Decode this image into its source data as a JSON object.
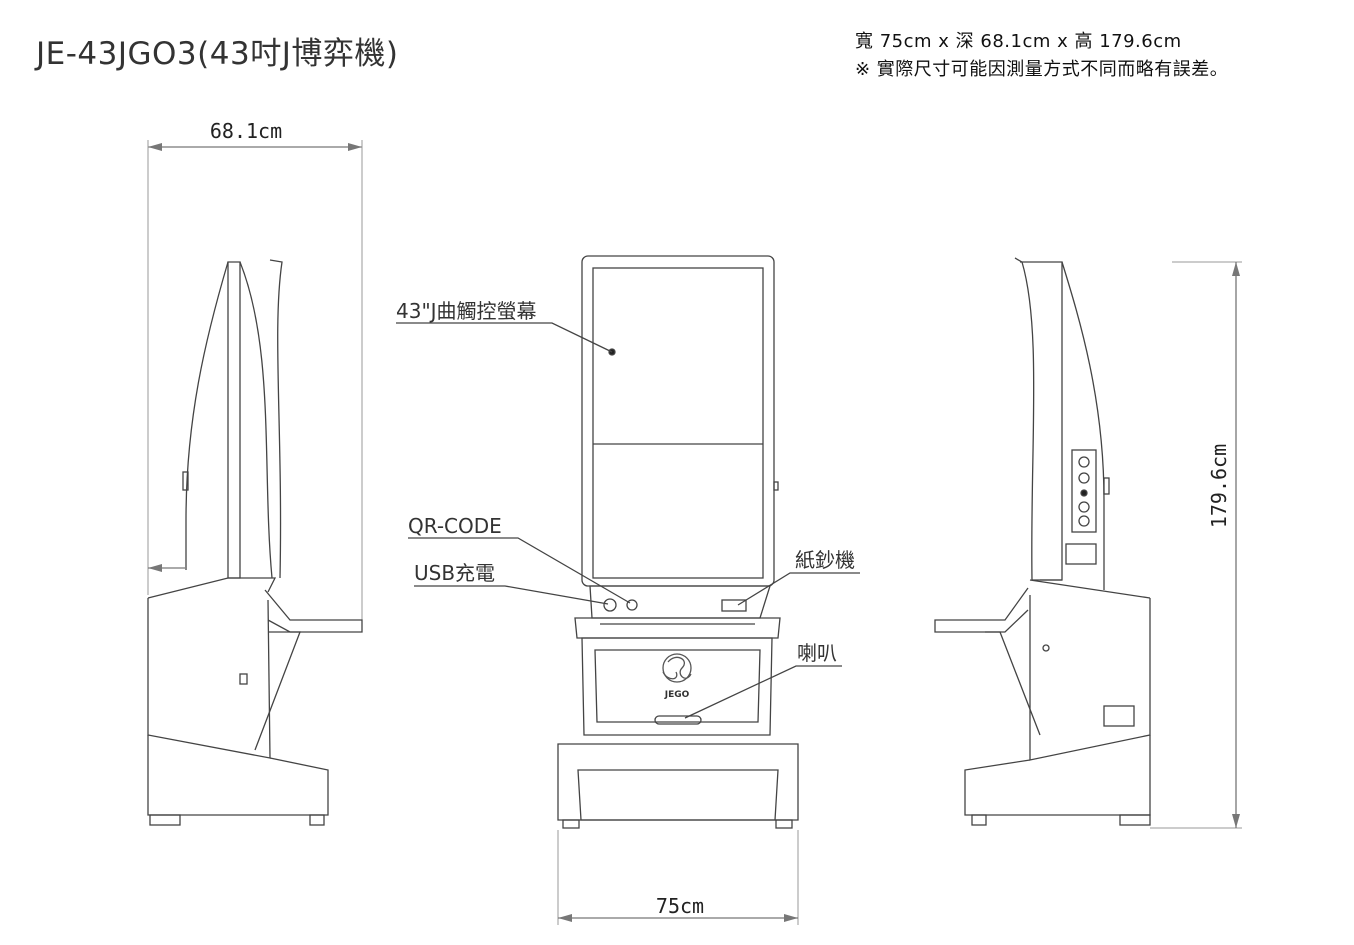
{
  "title": "JE-43JGO3(43吋J博弈機)",
  "specs": {
    "line1": "寬 75cm x 深 68.1cm x 高 179.6cm",
    "line2": "※ 實際尺寸可能因測量方式不同而略有誤差。"
  },
  "dimensions": {
    "depth": "68.1cm",
    "width": "75cm",
    "height": "179.6cm"
  },
  "callouts": {
    "screen": "43\"J曲觸控螢幕",
    "qr": "QR-CODE",
    "usb": "USB充電",
    "bill": "紙鈔機",
    "speaker": "喇叭"
  },
  "logo_text": "JEGO"
}
